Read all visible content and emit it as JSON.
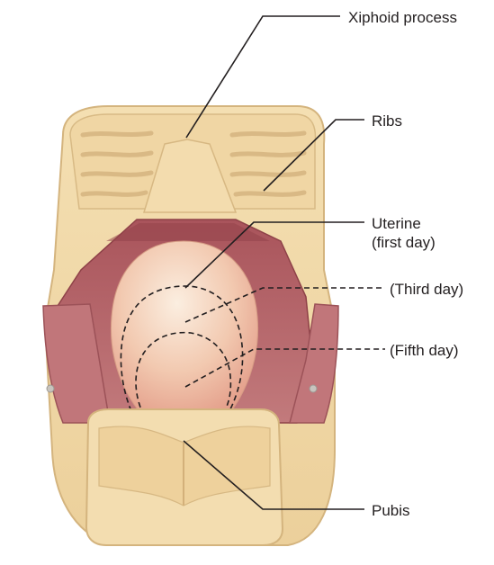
{
  "labels": {
    "xiphoid": "Xiphoid process",
    "ribs": "Ribs",
    "uterine": "Uterine",
    "uterine_sub": "(first day)",
    "third_day": "(Third day)",
    "fifth_day": "(Fifth day)",
    "pubis": "Pubis"
  },
  "colors": {
    "model_body": "#f1d9a8",
    "model_shadow": "#dcbf8a",
    "cavity": "#b9676c",
    "cavity_dark": "#8e4148",
    "uterus_light": "#f6dcc6",
    "uterus_dark": "#e8a58f",
    "leader_line": "#231f20"
  }
}
